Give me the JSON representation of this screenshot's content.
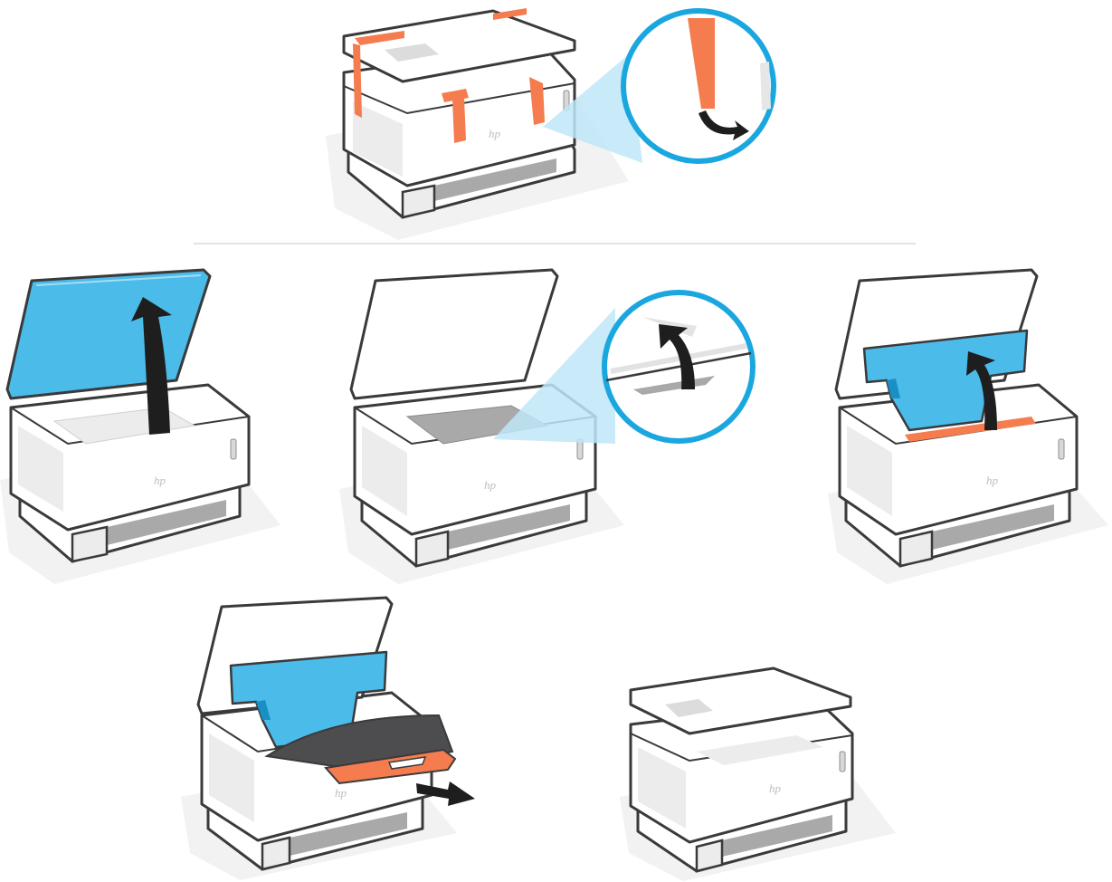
{
  "instructions": {
    "brand_logo": "hp",
    "steps": [
      {
        "id": "remove-tape",
        "icon": "curved-arrow-down-icon"
      },
      {
        "id": "lift-scanner-lid",
        "icon": "curved-arrow-up-icon"
      },
      {
        "id": "lift-scanner-glass-latch",
        "icon": "curved-arrow-up-icon"
      },
      {
        "id": "lift-output-tray",
        "icon": "curved-arrow-up-icon"
      },
      {
        "id": "remove-packing-sheet",
        "icon": "arrow-right-icon"
      },
      {
        "id": "printer-ready",
        "icon": "none"
      }
    ]
  },
  "colors": {
    "outline": "#3a3a3a",
    "body": "#ffffff",
    "panel": "#ececec",
    "tray": "#a9a9a9",
    "shadow": "#f2f2f2",
    "tape": "#f47c4f",
    "highlight_blue": "#4bbbe9",
    "callout_ring": "#1aa7e0",
    "callout_cone": "#bfe6f7",
    "arrow": "#1e1e1e",
    "packing_sheet": "#4d4d4f"
  }
}
